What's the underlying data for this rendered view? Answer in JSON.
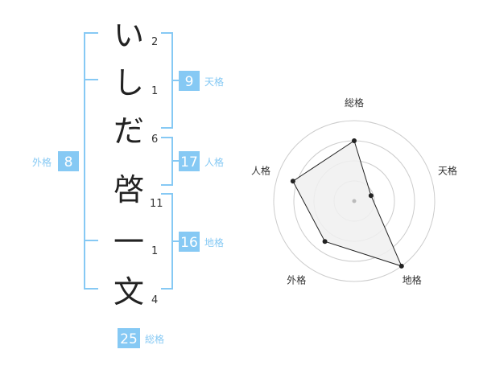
{
  "name_chars": [
    {
      "char": "い",
      "strokes": "2"
    },
    {
      "char": "し",
      "strokes": "1"
    },
    {
      "char": "だ",
      "strokes": "6"
    },
    {
      "char": "啓",
      "strokes": "11"
    },
    {
      "char": "一",
      "strokes": "1"
    },
    {
      "char": "文",
      "strokes": "4"
    }
  ],
  "badges": {
    "tenkaku": {
      "value": "9",
      "label": "天格"
    },
    "jinkaku": {
      "value": "17",
      "label": "人格"
    },
    "chikaku": {
      "value": "16",
      "label": "地格"
    },
    "gaikaku": {
      "value": "8",
      "label": "外格"
    },
    "soukaku": {
      "value": "25",
      "label": "総格"
    }
  },
  "colors": {
    "accent": "#86c9f4",
    "radar_fill": "#f0f0f0",
    "radar_line": "#222222"
  },
  "chart_data": {
    "type": "radar",
    "axes": [
      "総格",
      "天格",
      "地格",
      "外格",
      "人格"
    ],
    "values": [
      0.75,
      0.22,
      1.0,
      0.62,
      0.8
    ],
    "rings": 4,
    "range": [
      0,
      1
    ]
  }
}
